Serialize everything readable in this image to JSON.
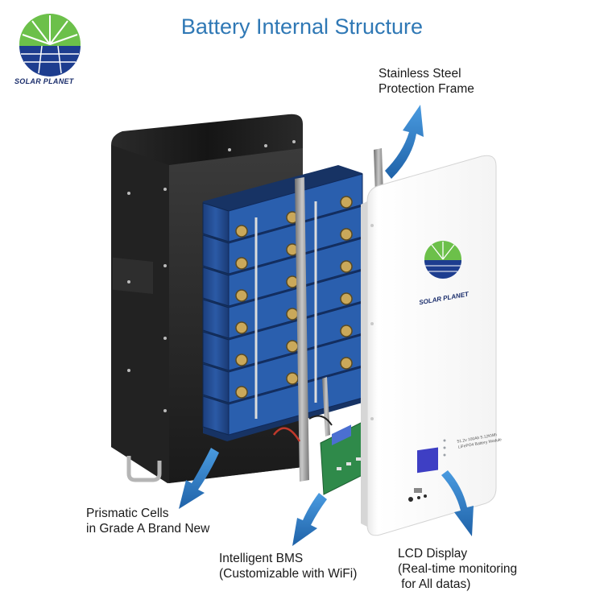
{
  "title": "Battery Internal Structure",
  "brand": {
    "name": "SOLAR PLANET"
  },
  "labels": {
    "frame": [
      "Stainless Steel",
      "Protection Frame"
    ],
    "cells": [
      "Prismatic Cells",
      "in Grade A Brand New"
    ],
    "bms": [
      "Intelligent BMS",
      "(Customizable with WiFi)"
    ],
    "lcd": [
      "LCD Display",
      "(Real-time monitoring",
      " for All datas)"
    ]
  },
  "front_panel": {
    "spec": [
      "51.2v 100Ah 5.12KWh",
      "LiFePO4 Battery Module"
    ]
  },
  "icons": [
    "logo-sun-icon",
    "arrow-icon"
  ],
  "colors": {
    "title": "#2f78b5",
    "arrow": "#2f7fc4",
    "cell": "#24519a",
    "housing": "#1f1f1f",
    "logo_green": "#6cc04a",
    "logo_blue": "#1d3d8f"
  }
}
